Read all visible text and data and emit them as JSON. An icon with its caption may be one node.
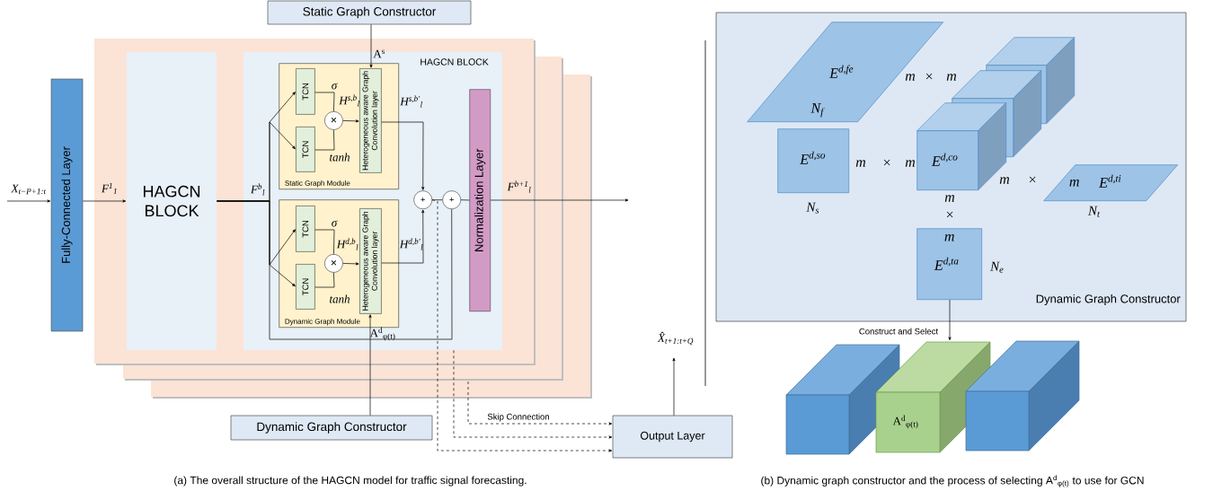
{
  "diagram": {
    "nodes": [
      {
        "text": [
          "Static Graph Constructor"
        ]
      },
      {
        "text": [
          "Fully-Connected Layer"
        ]
      },
      {
        "text": [
          "HAGCN BLOCK"
        ]
      },
      {
        "text": [
          "HAGCN BLOCK"
        ]
      },
      {
        "text": [
          "Static Graph Module"
        ],
        "in": 3
      },
      {
        "text": [
          "TCN"
        ],
        "in": 4
      },
      {
        "text": [
          "TCN"
        ],
        "in": 4
      },
      {
        "text": [
          "×"
        ],
        "in": 4
      },
      {
        "text": [
          "Heterogeneous aware Graph Convolution layer"
        ],
        "in": 4
      },
      {
        "text": [
          "Dynamic Graph Module"
        ],
        "in": 3
      },
      {
        "text": [
          "TCN"
        ],
        "in": 9
      },
      {
        "text": [
          "TCN"
        ],
        "in": 9
      },
      {
        "text": [
          "×"
        ],
        "in": 9
      },
      {
        "text": [
          "Heterogeneous aware Graph Convolution layer"
        ],
        "in": 9
      },
      {
        "text": [
          "+"
        ],
        "in": 3
      },
      {
        "text": [
          "+"
        ],
        "in": 3
      },
      {
        "text": [
          "Normalization Layer"
        ],
        "in": 3
      },
      {
        "text": [
          "Dynamic Graph Constructor"
        ]
      },
      {
        "text": [
          "Output Layer"
        ]
      },
      {
        "text": [
          "Dynamic Graph Constructor"
        ]
      },
      {
        "text": [
          "E$^{d,fe}$",
          "N$_{f}$"
        ],
        "in": 19
      },
      {
        "text": [
          "E$^{d,so}$"
        ],
        "beside": [
          "N$_{s}$"
        ],
        "in": 19
      },
      {
        "text": [
          "E$^{d,co}$"
        ],
        "in": 19
      },
      {
        "text": [],
        "shape": "box",
        "in": 19
      },
      {
        "text": [],
        "shape": "box",
        "in": 19
      },
      {
        "text": [
          "m",
          "E$^{d,ti}$"
        ],
        "beside": [
          "N$_{t}$"
        ],
        "in": 19
      },
      {
        "text": [
          "m",
          "E$^{d,ta}$"
        ],
        "beside": [
          "N$_{e}$"
        ],
        "in": 19
      },
      {
        "text": [],
        "shape": "box"
      },
      {
        "text": [
          "A$^{d}$$_{φ(t)}$"
        ]
      },
      {
        "text": [],
        "shape": "box"
      }
    ],
    "edges": [
      {
        "from": 0,
        "to": 8,
        "arrow": "to",
        "label": "A$^{s}$"
      },
      {
        "from": null,
        "to": 1,
        "arrow": "to",
        "label": "X$_{t−P+1:t}$"
      },
      {
        "from": 1,
        "to": 2,
        "arrow": "to",
        "label": "F$^{1}$$_{1}$"
      },
      {
        "from": 2,
        "to": 5,
        "arrow": "to",
        "label": "F$^{b}$$_{l}$"
      },
      {
        "from": 2,
        "to": 6,
        "arrow": "to"
      },
      {
        "from": 2,
        "to": 10,
        "arrow": "to"
      },
      {
        "from": 2,
        "to": 11,
        "arrow": "to"
      },
      {
        "from": 2,
        "to": 15,
        "arrow": "none"
      },
      {
        "from": 5,
        "to": 7,
        "arrow": "none",
        "label": "σ"
      },
      {
        "from": 6,
        "to": 7,
        "arrow": "none",
        "label": "tanh"
      },
      {
        "from": 7,
        "to": 8,
        "arrow": "to",
        "label": "H$^{s,b}$$_{l}$"
      },
      {
        "from": 8,
        "to": 14,
        "arrow": "to",
        "label": "H$^{s,b′}$$_{l}$"
      },
      {
        "from": 10,
        "to": 12,
        "arrow": "none",
        "label": "σ"
      },
      {
        "from": 11,
        "to": 12,
        "arrow": "none",
        "label": "tanh"
      },
      {
        "from": 12,
        "to": 13,
        "arrow": "to",
        "label": "H$^{d,b}$$_{l}$"
      },
      {
        "from": 13,
        "to": 14,
        "arrow": "to",
        "label": "H$^{d,b′}$$_{l}$"
      },
      {
        "from": 14,
        "to": 15,
        "arrow": "none"
      },
      {
        "from": 15,
        "to": 16,
        "arrow": "none"
      },
      {
        "from": 16,
        "to": null,
        "arrow": "to",
        "label": "F$^{b+1}$$_{l}$"
      },
      {
        "from": 17,
        "to": 13,
        "arrow": "to",
        "label": "A$^{d}$$_{φ(t)}$"
      },
      {
        "from": 18,
        "to": null,
        "arrow": "to",
        "label": "X̂$_{t+1:t+Q}$"
      },
      {
        "from": null,
        "to": 18,
        "arrow": "to",
        "style": "dashed",
        "label": "Skip Connection"
      },
      {
        "from": 3,
        "to": 18,
        "arrow": "to",
        "style": "dashed"
      },
      {
        "from": 14,
        "to": 18,
        "arrow": "to",
        "style": "dashed"
      },
      {
        "from": 26,
        "to": 28,
        "arrow": "to",
        "label": "Construct and Select"
      }
    ],
    "labels": [
      "m",
      "×",
      "m",
      "m",
      "×",
      "m",
      "m",
      "×",
      "m",
      "×",
      "(a) The overall structure of the HAGCN model for traffic signal forecasting.",
      "(b) Dynamic graph constructor and the process of selecting A$^{d}$$_{φ(t)}$ to use for GCN"
    ]
  }
}
